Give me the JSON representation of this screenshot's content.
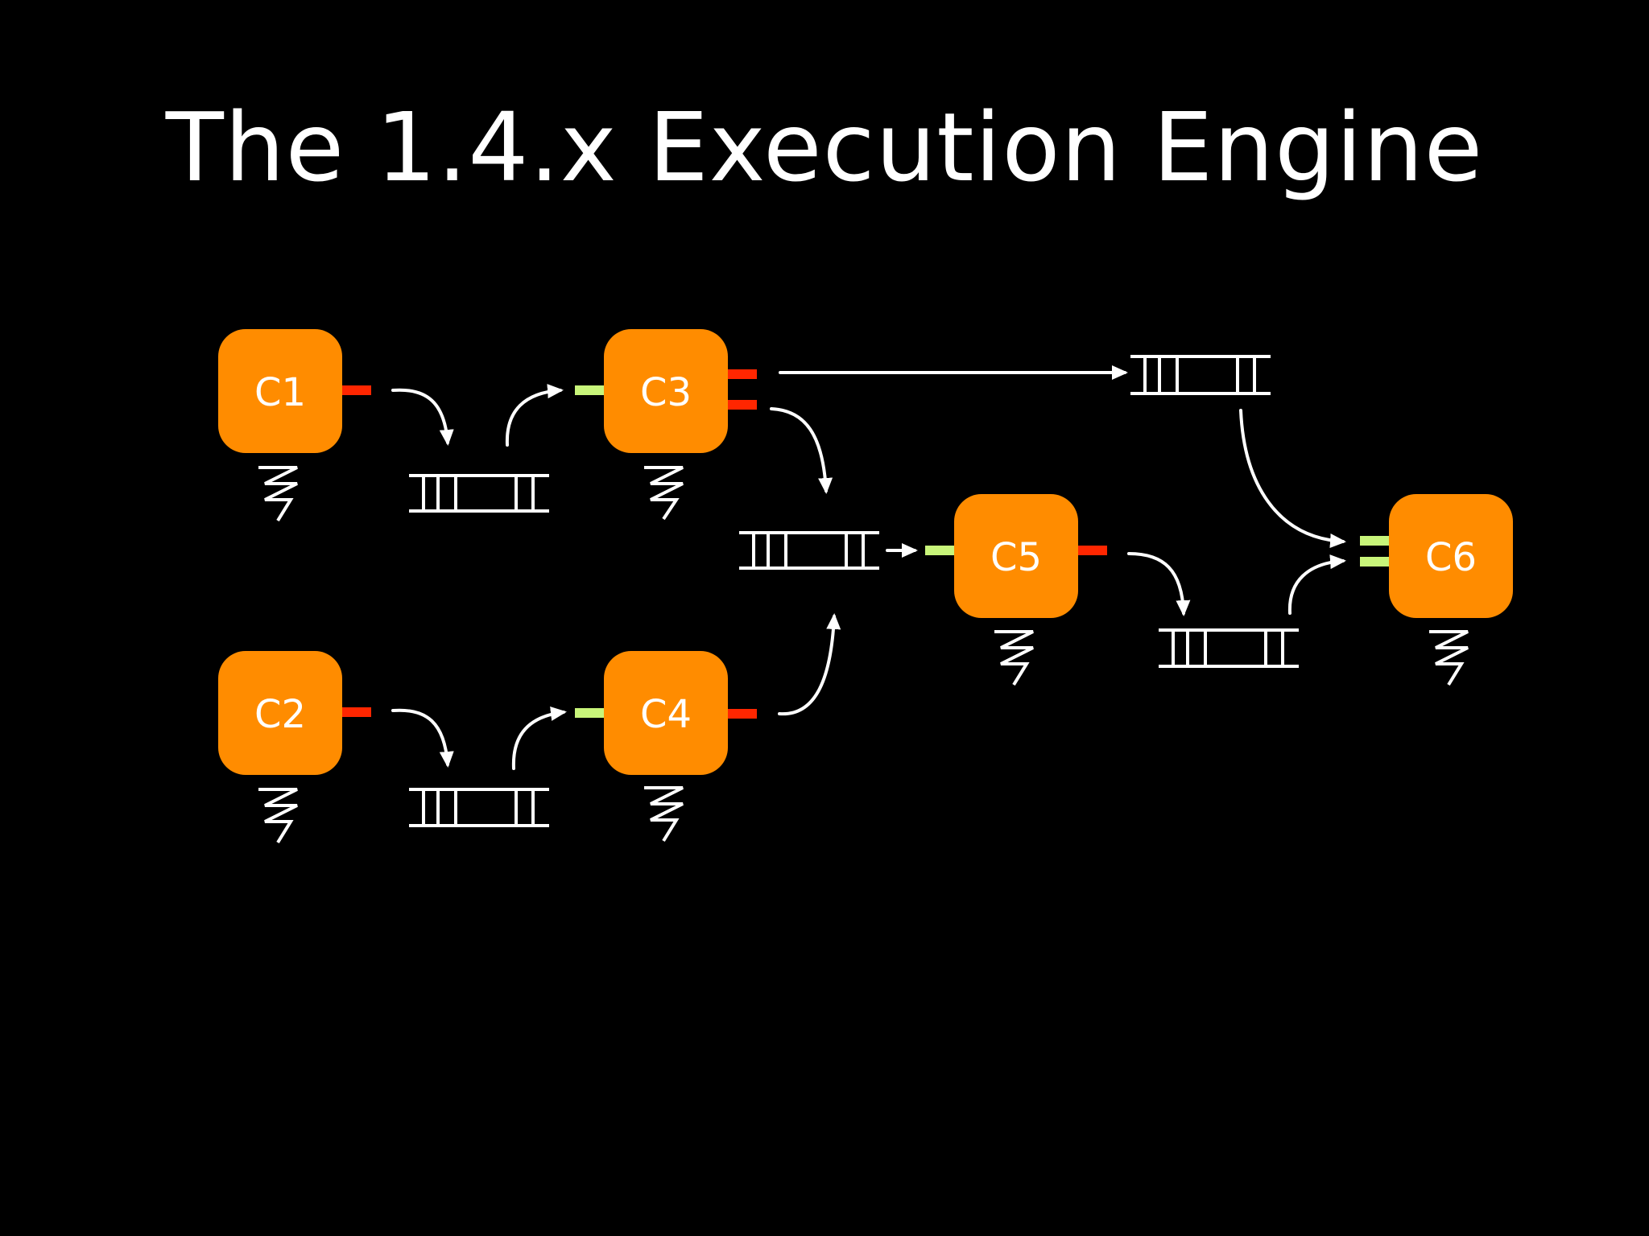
{
  "slide": {
    "title": "The 1.4.x Execution Engine"
  },
  "colors": {
    "background": "#000000",
    "component": "#ff8c00",
    "output_port": "#ff2600",
    "input_port": "#c8f57a",
    "line": "#ffffff"
  },
  "components": [
    {
      "id": "c1",
      "label": "C1"
    },
    {
      "id": "c2",
      "label": "C2"
    },
    {
      "id": "c3",
      "label": "C3"
    },
    {
      "id": "c4",
      "label": "C4"
    },
    {
      "id": "c5",
      "label": "C5"
    },
    {
      "id": "c6",
      "label": "C6"
    }
  ],
  "icons": {
    "thread": "lightning-bolt-icon",
    "queue": "queue-icon",
    "flow": "arrow-icon"
  }
}
